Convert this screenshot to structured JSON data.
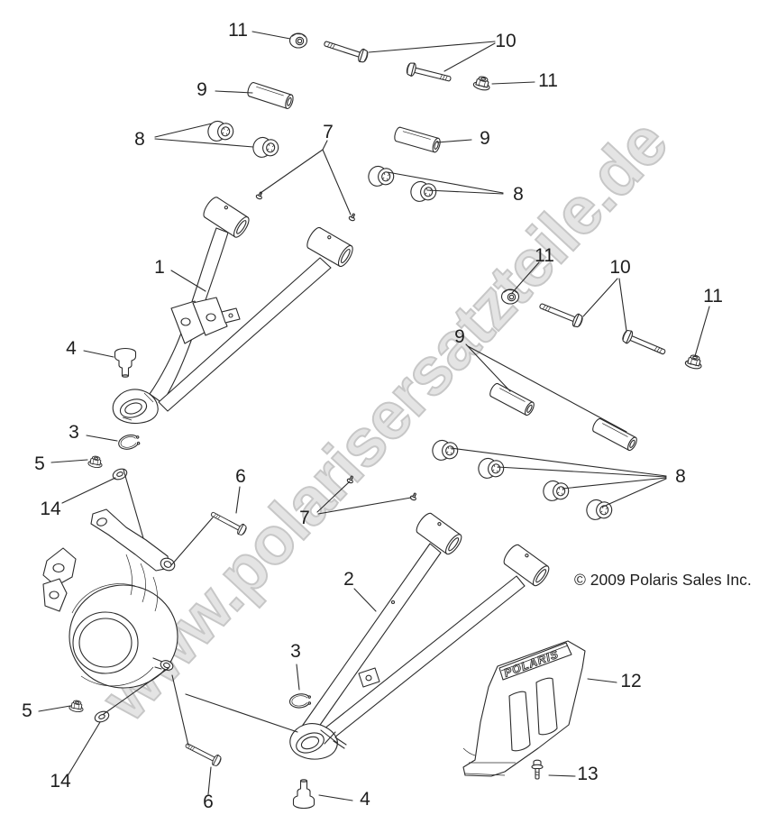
{
  "diagram": {
    "copyright": "© 2009 Polaris Sales Inc.",
    "watermark": "www.polarisersatzteile.de",
    "watermark_fill": "#e4e4e4",
    "watermark_outline": "#c7c7c7",
    "brand": "POLARIS"
  },
  "callouts": [
    {
      "id": "11a",
      "label": "11"
    },
    {
      "id": "10a",
      "label": "10"
    },
    {
      "id": "11b",
      "label": "11"
    },
    {
      "id": "9a",
      "label": "9"
    },
    {
      "id": "8a",
      "label": "8"
    },
    {
      "id": "7a",
      "label": "7"
    },
    {
      "id": "9b",
      "label": "9"
    },
    {
      "id": "8b",
      "label": "8"
    },
    {
      "id": "1",
      "label": "1"
    },
    {
      "id": "11c",
      "label": "11"
    },
    {
      "id": "10b",
      "label": "10"
    },
    {
      "id": "11d",
      "label": "11"
    },
    {
      "id": "9c",
      "label": "9"
    },
    {
      "id": "4a",
      "label": "4"
    },
    {
      "id": "3a",
      "label": "3"
    },
    {
      "id": "5a",
      "label": "5"
    },
    {
      "id": "8c",
      "label": "8"
    },
    {
      "id": "14a",
      "label": "14"
    },
    {
      "id": "6a",
      "label": "6"
    },
    {
      "id": "7b",
      "label": "7"
    },
    {
      "id": "2",
      "label": "2"
    },
    {
      "id": "3b",
      "label": "3"
    },
    {
      "id": "12",
      "label": "12"
    },
    {
      "id": "5b",
      "label": "5"
    },
    {
      "id": "14b",
      "label": "14"
    },
    {
      "id": "6b",
      "label": "6"
    },
    {
      "id": "4b",
      "label": "4"
    },
    {
      "id": "13",
      "label": "13"
    }
  ]
}
